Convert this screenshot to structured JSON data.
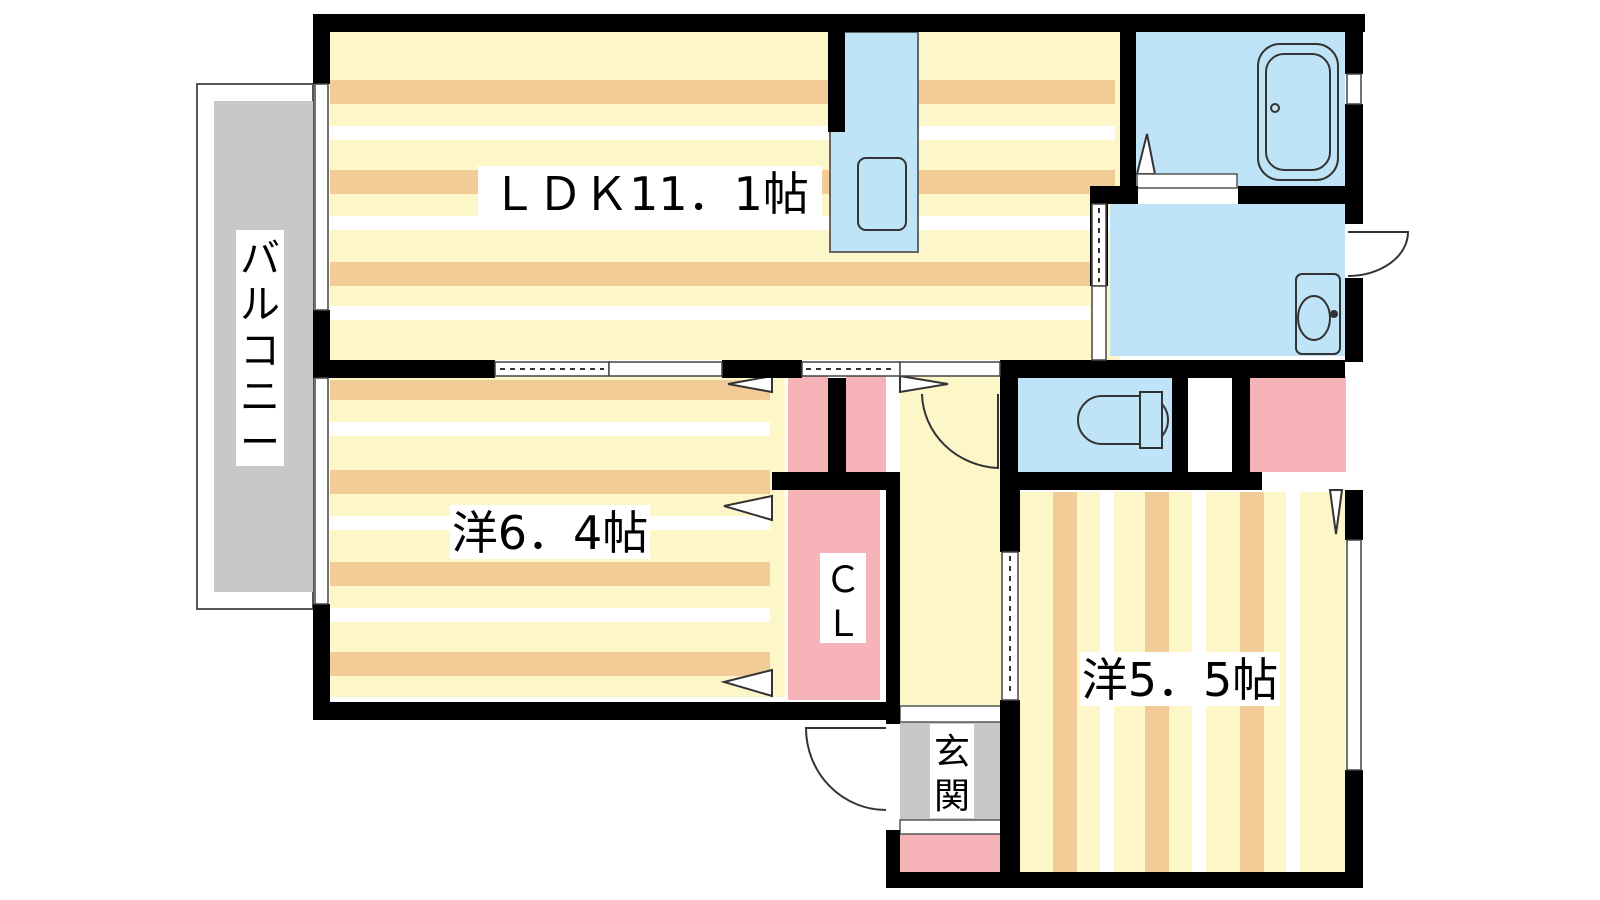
{
  "rooms": {
    "ldk": "ＬＤＫ11．1帖",
    "western_a": "洋6．4帖",
    "western_b": "洋5．5帖",
    "closet_c": "Ｃ",
    "closet_l": "Ｌ",
    "entrance_1": "玄",
    "entrance_2": "関"
  },
  "balcony": [
    "バ",
    "ル",
    "コ",
    "ニ",
    "ー"
  ],
  "colors": {
    "floor_light": "#fdf6c9",
    "floor_stripe": "#f2cc96",
    "wet_area": "#bfe3f7",
    "storage": "#f6b4b8",
    "balcony": "#c8c8c8",
    "wall": "#000000"
  }
}
